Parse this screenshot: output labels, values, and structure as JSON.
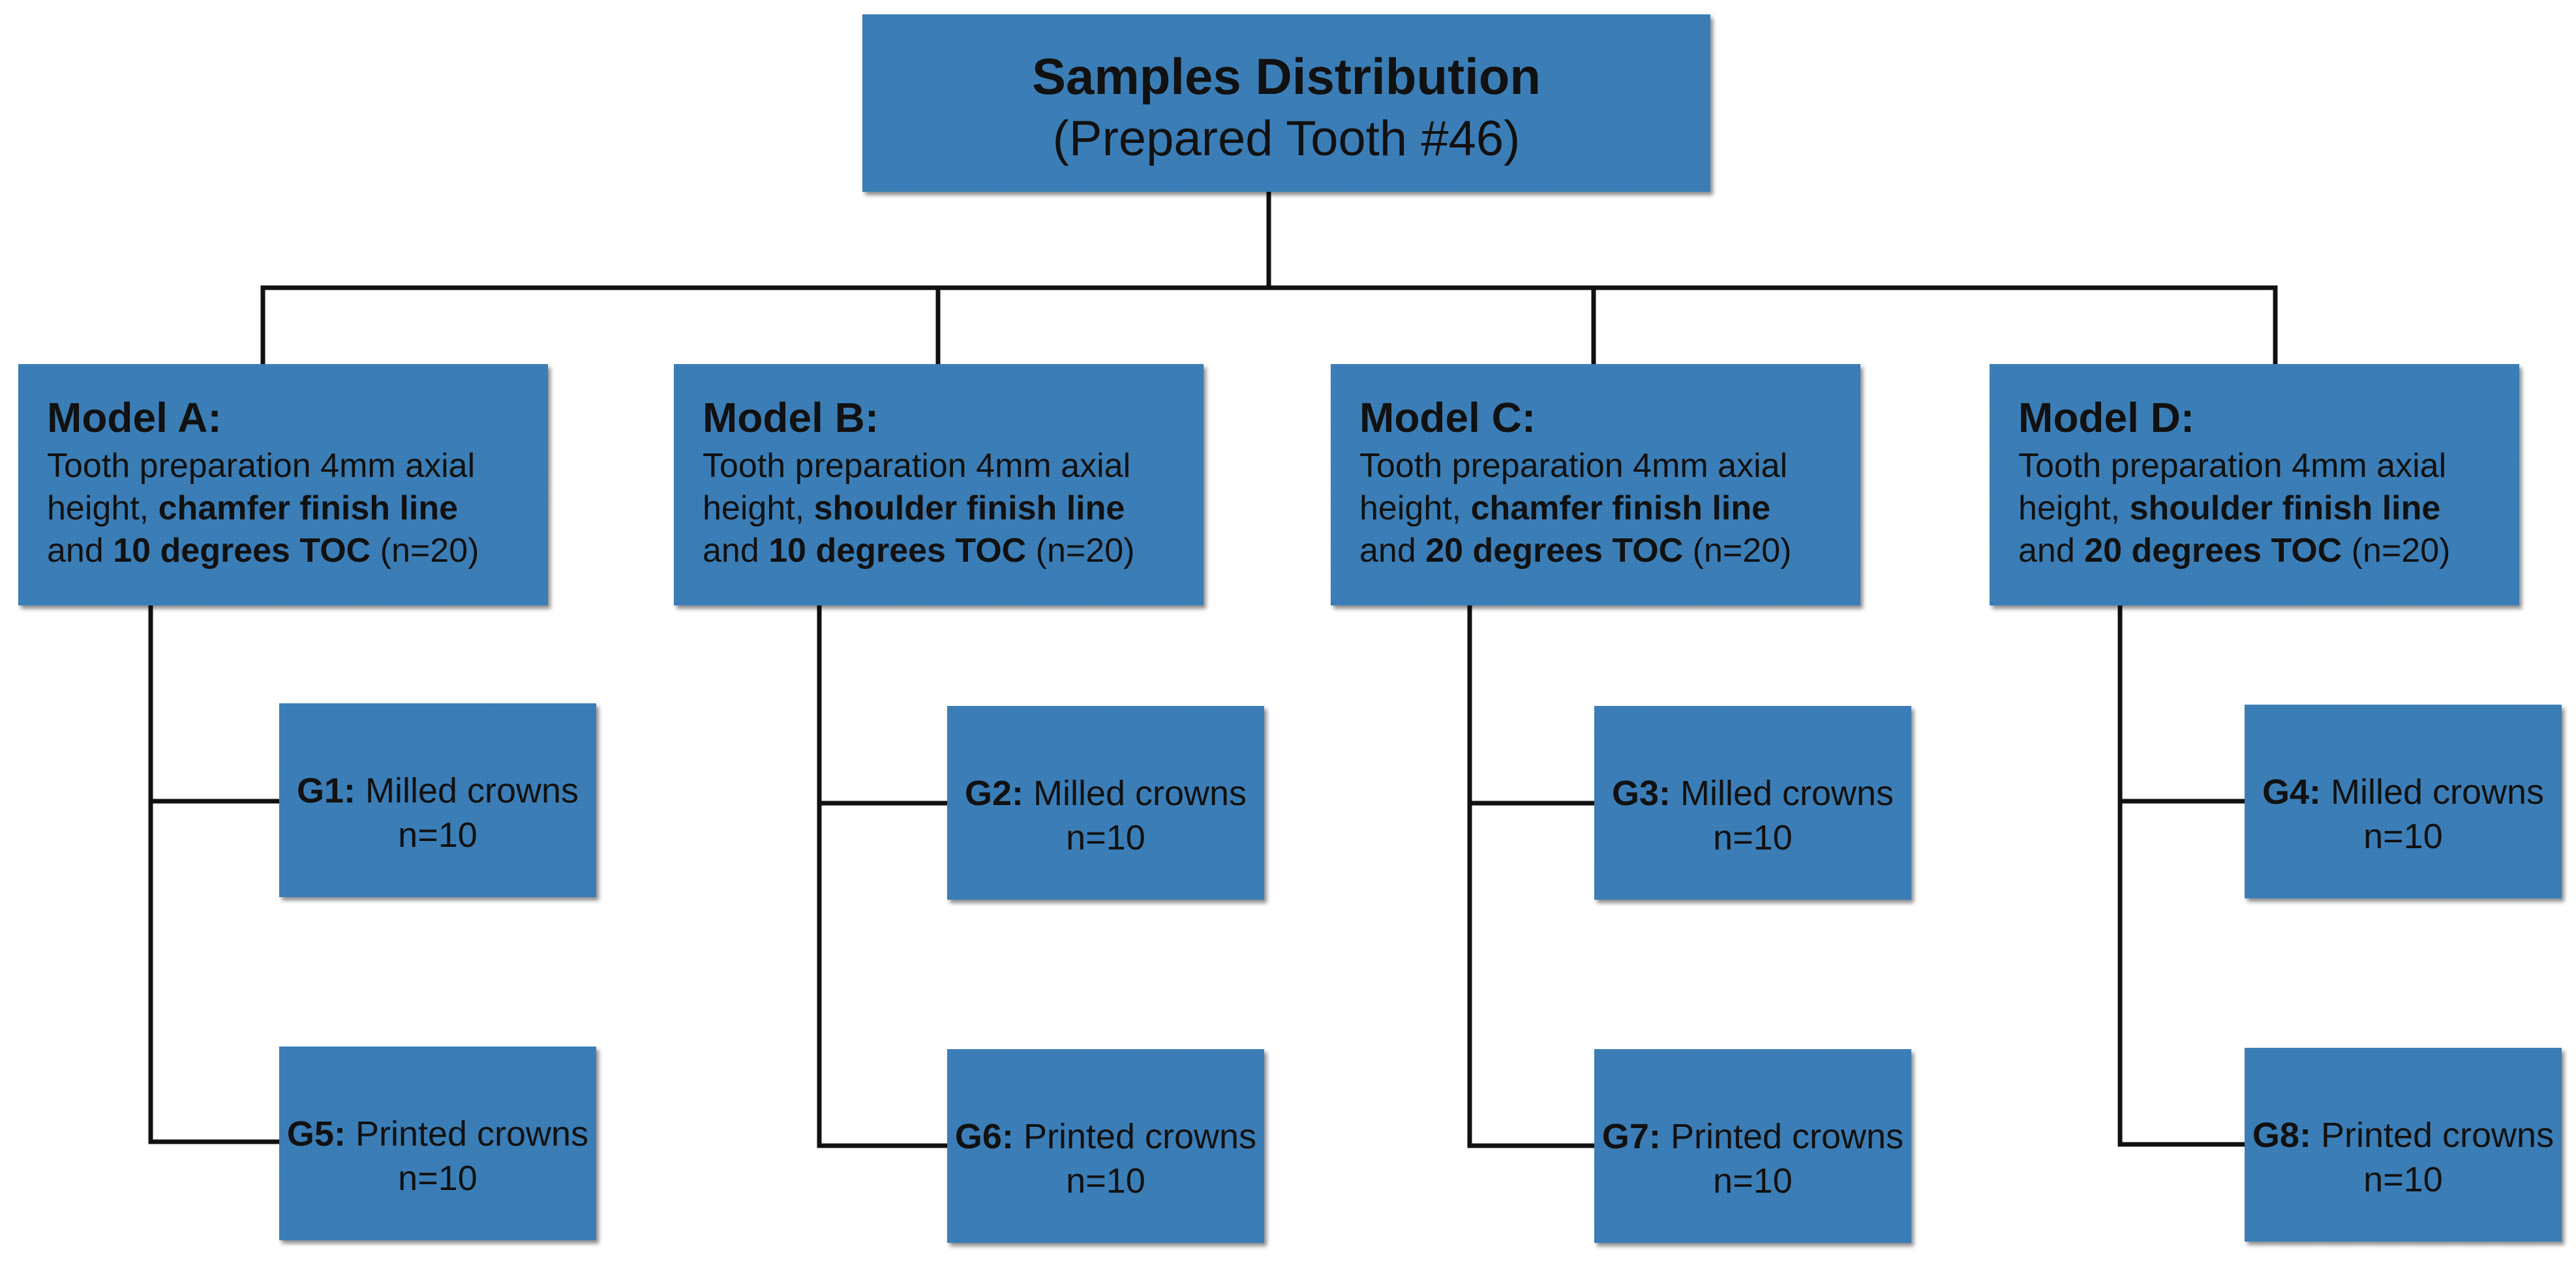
{
  "root": {
    "title": "Samples Distribution",
    "subtitle": "(Prepared Tooth #46)"
  },
  "models": [
    {
      "title": "Model A:",
      "line1": "Tooth preparation 4mm axial",
      "line2_pre": "height, ",
      "line2_bold": "chamfer finish line",
      "line3_pre": "and ",
      "line3_bold": "10 degrees TOC",
      "line3_post": " (n=20)",
      "groups": [
        {
          "code": "G1:",
          "label": " Milled crowns",
          "n": "n=10"
        },
        {
          "code": "G5:",
          "label": " Printed crowns",
          "n": "n=10"
        }
      ]
    },
    {
      "title": "Model B:",
      "line1": "Tooth preparation 4mm axial",
      "line2_pre": "height, ",
      "line2_bold": "shoulder finish line",
      "line3_pre": "and ",
      "line3_bold": "10 degrees TOC",
      "line3_post": " (n=20)",
      "groups": [
        {
          "code": "G2:",
          "label": " Milled crowns",
          "n": "n=10"
        },
        {
          "code": "G6:",
          "label": " Printed crowns",
          "n": "n=10"
        }
      ]
    },
    {
      "title": "Model C:",
      "line1": "Tooth preparation 4mm axial",
      "line2_pre": "height, ",
      "line2_bold": "chamfer finish line",
      "line3_pre": "and ",
      "line3_bold": "20 degrees TOC",
      "line3_post": " (n=20)",
      "groups": [
        {
          "code": "G3:",
          "label": " Milled crowns",
          "n": "n=10"
        },
        {
          "code": "G7:",
          "label": " Printed crowns",
          "n": "n=10"
        }
      ]
    },
    {
      "title": "Model D:",
      "line1": "Tooth preparation 4mm axial",
      "line2_pre": "height, ",
      "line2_bold": "shoulder finish line",
      "line3_pre": "and ",
      "line3_bold": "20 degrees TOC",
      "line3_post": " (n=20)",
      "groups": [
        {
          "code": "G4:",
          "label": " Milled crowns",
          "n": "n=10"
        },
        {
          "code": "G8:",
          "label": " Printed crowns",
          "n": "n=10"
        }
      ]
    }
  ],
  "colors": {
    "box_fill": "#3a7db6",
    "connector": "#111111",
    "text": "#111111"
  }
}
